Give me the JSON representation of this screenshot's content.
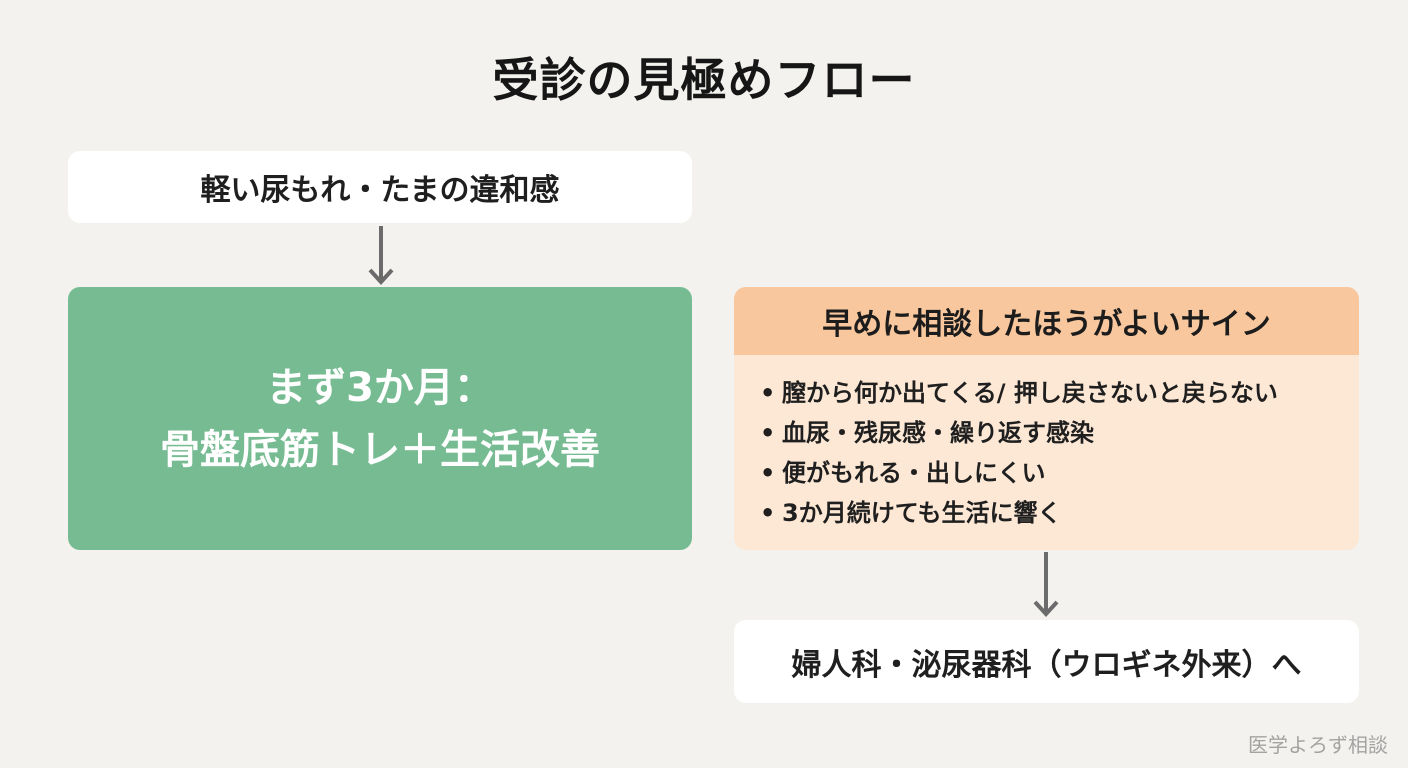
{
  "title": "受診の見極めフロー",
  "start": {
    "label": "軽い尿もれ・たまの違和感"
  },
  "main": {
    "line1": "まず3か月：",
    "line2": "骨盤底筋トレ＋生活改善"
  },
  "signs": {
    "header": "早めに相談したほうがよいサイン",
    "items": [
      "膣から何か出てくる/ 押し戻さないと戻らない",
      "血尿・残尿感・繰り返す感染",
      "便がもれる・出しにくい",
      "3か月続けても生活に響く"
    ]
  },
  "destination": {
    "label": "婦人科・泌尿器科（ウロギネ外来）へ"
  },
  "footer": "医学よろず相談",
  "colors": {
    "background": "#f3f2ee",
    "main_box": "#76bb92",
    "signs_header": "#f8c79d",
    "signs_body": "#fde8d6",
    "arrow": "#6b6b6b"
  }
}
